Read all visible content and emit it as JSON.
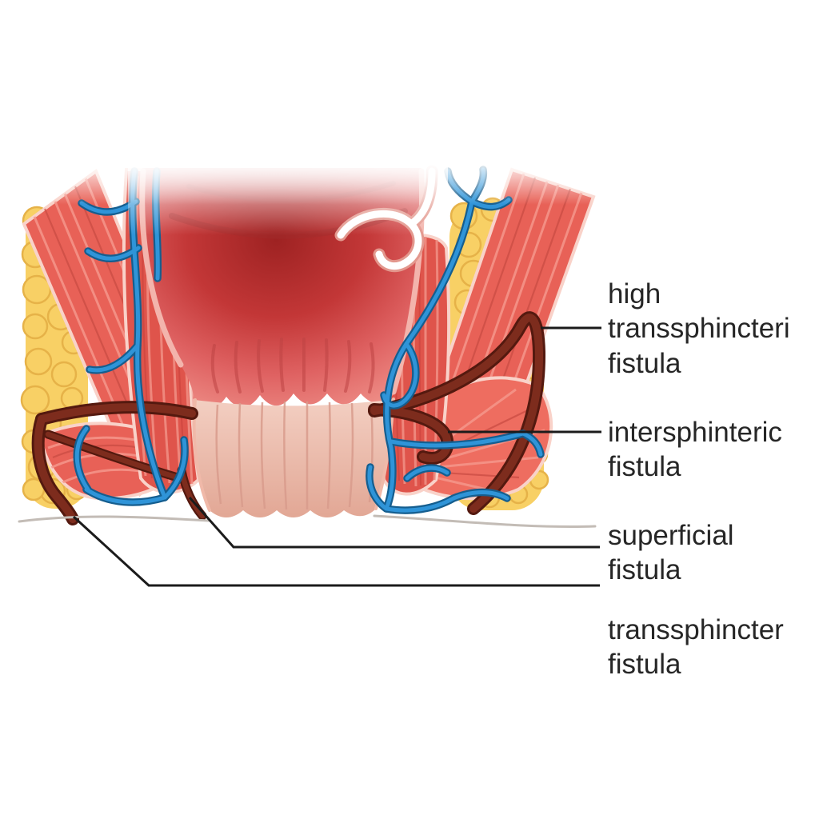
{
  "labels": [
    {
      "id": "high-transsphincteric-fistula",
      "text": "high\ntranssphincteri\nfistula"
    },
    {
      "id": "intersphincteric-fistula",
      "text": "intersphinteric\nfistula"
    },
    {
      "id": "superficial-fistula",
      "text": "superficial\nfistula"
    },
    {
      "id": "transsphincter-fistula",
      "text": "transsphincter\nfistula"
    }
  ],
  "colors": {
    "background": "#ffffff",
    "muscle": "#e86157",
    "muscle_deep": "#df544b",
    "muscle_light": "#ee6d60",
    "fat": "#f8d065",
    "vein": "#2f94d8",
    "vein_outline": "#155e8f",
    "fistula": "#7d2c1d",
    "fistula_dark": "#54190f",
    "mucosa_light": "#f3b4ac",
    "lumen_deep": "#9e2222",
    "label_text": "#262626",
    "leader_line": "#1b1b1b"
  }
}
